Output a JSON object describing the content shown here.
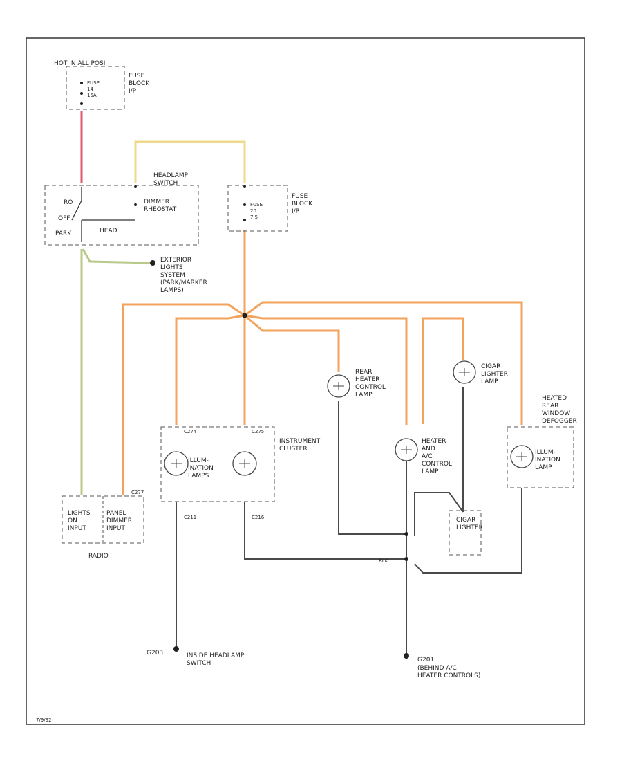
{
  "labels": {
    "hot_in_all": "HOT IN ALL POSI",
    "fuse_block_top": "FUSE\nBLOCK\nI/P",
    "fuse_top": "FUSE\n14\n15A",
    "headlamp_switch": "HEADLAMP\nSWITCH",
    "dimmer": "DIMMER\nRHEOSTAT",
    "ro": "RO",
    "off": "OFF",
    "park": "PARK",
    "head": "HEAD",
    "fuse_block_right": "FUSE\nBLOCK\nI/P",
    "fuse_right": "FUSE\n20\n7.5",
    "exterior": "EXTERIOR\nLIGHTS\nSYSTEM\n(PARK/MARKER\nLAMPS)",
    "rear_heater": "REAR\nHEATER\nCONTROL\nLAMP",
    "cigar_lamp": "CIGAR\nLIGHTER\nLAMP",
    "heated_rear": "HEATED\nREAR\nWINDOW\nDEFOGGER",
    "instrument_cluster": "INSTRUMENT\nCLUSTER",
    "illum_lamps": "ILLUM-\nINATION\nLAMPS",
    "heater_ac": "HEATER\nAND\nA/C\nCONTROL\nLAMP",
    "illum_lamp_right": "ILLUM-\nINATION\nLAMP",
    "cigar_lighter": "CIGAR\nLIGHTER",
    "lights_on": "LIGHTS\nON\nINPUT",
    "panel_dimmer": "PANEL\nDIMMER\nINPUT",
    "radio": "RADIO",
    "c277": "C277",
    "c211": "C211",
    "c216": "C216",
    "c274": "C274",
    "c275": "C275",
    "g203": "G203",
    "g203_desc": "INSIDE HEADLAMP\nSWITCH",
    "g201": "G201",
    "g201_desc": "(BEHIND A/C\nHEATER CONTROLS)",
    "blk": "BLK",
    "footer": "7/9/92"
  },
  "colors": {
    "orange": "#f4a35c",
    "yellow": "#efd98a",
    "red": "#e05a6a",
    "green": "#b8c98a",
    "black": "#4a4a4a"
  }
}
